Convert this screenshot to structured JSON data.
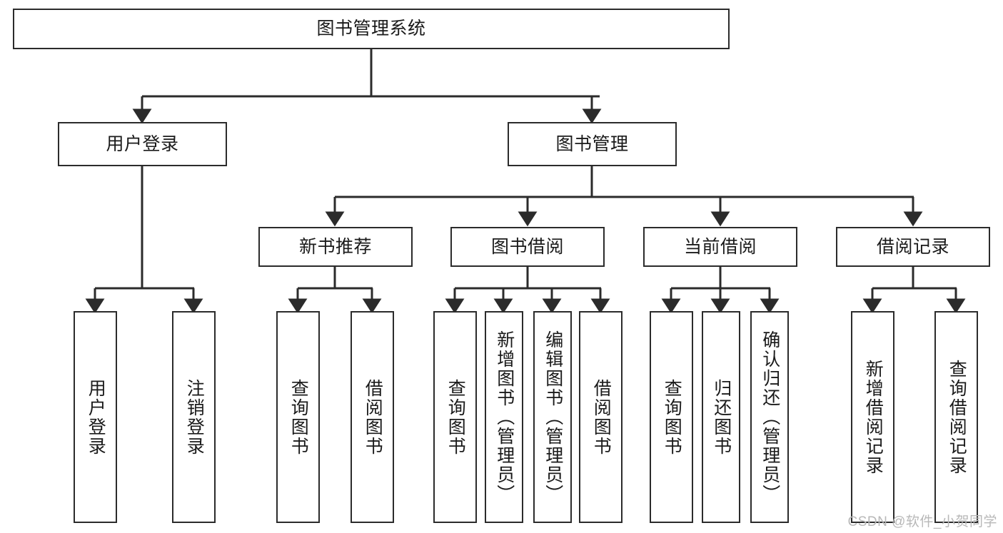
{
  "diagram": {
    "title": "图书管理系统",
    "type": "hierarchy-tree",
    "orientation": "top-down",
    "colors": {
      "box_stroke": "#2b2b2b",
      "box_fill": "#ffffff",
      "edge": "#2b2b2b",
      "text": "#1a1a1a",
      "watermark": "#b8b8b8",
      "background": "#ffffff"
    },
    "nodes": {
      "root": {
        "label": "图书管理系统",
        "level": 1,
        "text_orientation": "horizontal"
      },
      "level2": [
        {
          "id": "user-login",
          "label": "用户登录",
          "text_orientation": "horizontal"
        },
        {
          "id": "book-manage",
          "label": "图书管理",
          "text_orientation": "horizontal"
        }
      ],
      "level3": [
        {
          "id": "new-book-rec",
          "label": "新书推荐",
          "text_orientation": "horizontal"
        },
        {
          "id": "book-borrow",
          "label": "图书借阅",
          "text_orientation": "horizontal"
        },
        {
          "id": "current-borrow",
          "label": "当前借阅",
          "text_orientation": "horizontal"
        },
        {
          "id": "borrow-record",
          "label": "借阅记录",
          "text_orientation": "horizontal"
        }
      ],
      "leaves": [
        {
          "id": "leaf-user-login",
          "label": "用户登录",
          "parent": "user-login",
          "text_orientation": "vertical"
        },
        {
          "id": "leaf-user-logout",
          "label": "注销登录",
          "parent": "user-login",
          "text_orientation": "vertical"
        },
        {
          "id": "leaf-query-book-1",
          "label": "查询图书",
          "parent": "new-book-rec",
          "text_orientation": "vertical"
        },
        {
          "id": "leaf-borrow-book-1",
          "label": "借阅图书",
          "parent": "new-book-rec",
          "text_orientation": "vertical"
        },
        {
          "id": "leaf-query-book-2",
          "label": "查询图书",
          "parent": "book-borrow",
          "text_orientation": "vertical"
        },
        {
          "id": "leaf-add-book",
          "label": "新增图书（管理员）",
          "parent": "book-borrow",
          "text_orientation": "vertical"
        },
        {
          "id": "leaf-edit-book",
          "label": "编辑图书（管理员）",
          "parent": "book-borrow",
          "text_orientation": "vertical"
        },
        {
          "id": "leaf-borrow-book-2",
          "label": "借阅图书",
          "parent": "book-borrow",
          "text_orientation": "vertical"
        },
        {
          "id": "leaf-query-book-3",
          "label": "查询图书",
          "parent": "current-borrow",
          "text_orientation": "vertical"
        },
        {
          "id": "leaf-return-book",
          "label": "归还图书",
          "parent": "current-borrow",
          "text_orientation": "vertical"
        },
        {
          "id": "leaf-confirm-return",
          "label": "确认归还（管理员）",
          "parent": "current-borrow",
          "text_orientation": "vertical"
        },
        {
          "id": "leaf-add-record",
          "label": "新增借阅记录",
          "parent": "borrow-record",
          "text_orientation": "vertical"
        },
        {
          "id": "leaf-query-record",
          "label": "查询借阅记录",
          "parent": "borrow-record",
          "text_orientation": "vertical"
        }
      ]
    },
    "watermark": "CSDN @软件_小贺同学"
  }
}
